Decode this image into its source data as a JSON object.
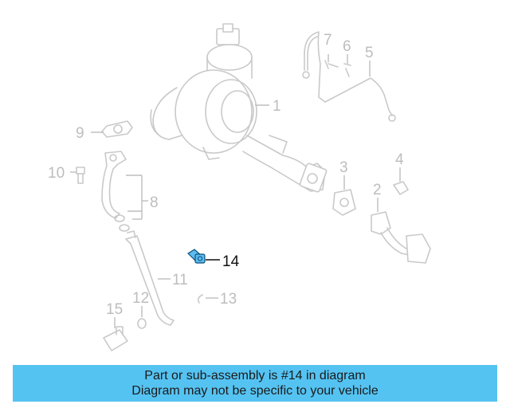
{
  "callouts": {
    "c1": "1",
    "c2": "2",
    "c3": "3",
    "c4": "4",
    "c5": "5",
    "c6": "6",
    "c7": "7",
    "c8": "8",
    "c9": "9",
    "c10": "10",
    "c11": "11",
    "c12": "12",
    "c13": "13",
    "c14": "14",
    "c15": "15"
  },
  "highlight_part": "14",
  "banner": {
    "line1": "Part or sub-assembly is #14 in diagram",
    "line2": "Diagram may not be specific to your vehicle"
  },
  "colors": {
    "banner_bg": "#55c3f2",
    "highlight_part": "#5bbcf0",
    "ghost_lines": "#c9c9c9"
  }
}
